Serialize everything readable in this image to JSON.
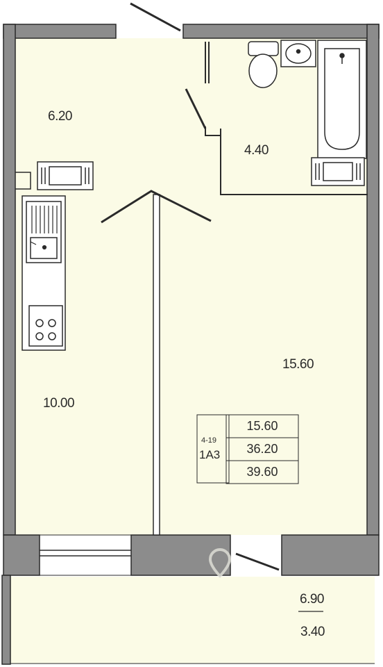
{
  "rooms": {
    "hall_area": "6.20",
    "bathroom_area": "4.40",
    "kitchen_area": "10.00",
    "living_area": "15.60"
  },
  "card": {
    "section": "4-19",
    "code": "1А3",
    "living": "15.60",
    "total": "36.20",
    "total_with_balcony": "39.60"
  },
  "balcony": {
    "area_full": "6.90",
    "area_reduced": "3.40"
  },
  "colors": {
    "floor": "#fbfbe6",
    "wall": "#8c8c8c",
    "line": "#2a2a2a"
  },
  "watermark_icon": "location-pin-icon"
}
